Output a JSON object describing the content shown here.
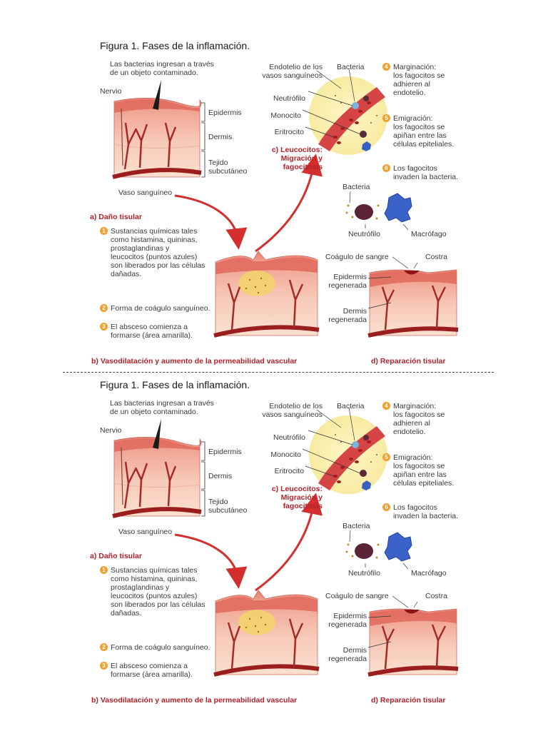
{
  "figure": {
    "title": "Figura 1. Fases de la inflamación.",
    "bacteria_entry": "Las bacterias ingresan a través\nde un objeto contaminado.",
    "labels": {
      "nervio": "Nervio",
      "epidermis": "Epidermis",
      "dermis": "Dermis",
      "tejido": "Tejido\nsubcutáneo",
      "vaso": "Vaso sanguíneo",
      "endotelio": "Endotelio de los\nvasos sanguíneos",
      "bacteria": "Bacteria",
      "neutrofilo": "Neutrófilo",
      "monocito": "Monocito",
      "eritrocito": "Eritrocito",
      "bacteria2": "Bacteria",
      "neutrofilo2": "Neutrófilo",
      "macrofago": "Macrófago",
      "coagulo": "Coágulo de sangre",
      "costra": "Costra",
      "epidermis_regen": "Epidermis\nregenerada",
      "dermis_regen": "Dermis\nregenerada"
    },
    "section_a": {
      "title": "a) Daño tisular",
      "steps": [
        {
          "num": "1",
          "text": "Sustancias químicas tales\ncomo histamina, quininas,\nprostaglandinas y\nleucocitos (puntos azules)\nson liberados por las células\ndañadas."
        },
        {
          "num": "2",
          "text": "Forma de coágulo sanguíneo."
        },
        {
          "num": "3",
          "text": "El absceso comienza a\nformarse (área amarilla)."
        }
      ]
    },
    "section_b_title": "b) Vasodilatación y aumento de la permeabilidad vascular",
    "section_c_title": "c) Leucocitos:\nMigración y\nfagocitosis",
    "section_c_steps": [
      {
        "num": "4",
        "text": "Marginación:\nlos fagocitos se\nadhieren al\nendotelio."
      },
      {
        "num": "5",
        "text": "Emigración:\nlos fagocitos se\napiñan entre las\ncélulas epiteliales."
      },
      {
        "num": "6",
        "text": "Los fagocitos\ninvaden la bacteria."
      }
    ],
    "section_d_title": "d) Reparación tisular"
  }
}
